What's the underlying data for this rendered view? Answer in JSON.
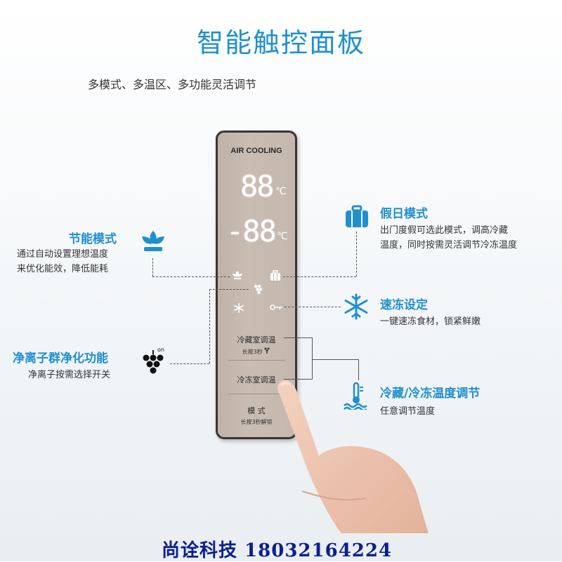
{
  "header": {
    "title": "智能触控面板",
    "subtitle": "多模式、多温区、多功能灵活调节"
  },
  "panel": {
    "brand": "AIR COOLING",
    "display_top": "88",
    "display_bottom": "-88",
    "unit": "℃",
    "fridge_button": "冷藏室调温",
    "fridge_hint": "长按3秒",
    "freezer_button": "冷冻室调温",
    "mode_button": "模 式",
    "mode_hint": "长按3秒解锁"
  },
  "features": {
    "energy": {
      "title": "节能模式",
      "desc1": "通过自动设置理想温度",
      "desc2": "来优化能效，降低能耗",
      "icon": "leaf-icon"
    },
    "holiday": {
      "title": "假日模式",
      "desc1": "出门度假可选此模式，调高冷藏",
      "desc2": "温度，同时按需灵活调节冷冻温度",
      "icon": "suitcase-icon"
    },
    "quickfreeze": {
      "title": "速冻设定",
      "desc1": "一键速冻食材，锁紧鲜嫩",
      "icon": "snowflake-icon"
    },
    "ion": {
      "title": "净离子群净化功能",
      "desc1": "净离子按需选择开关",
      "icon": "grape-icon",
      "icon_label": "on"
    },
    "temp": {
      "title": "冷藏/冷冻温度调节",
      "desc1": "任意调节温度",
      "icon": "thermometer-icon"
    }
  },
  "footer": {
    "text": "尚诠科技 18032164224"
  },
  "colors": {
    "accent": "#1f8fd1",
    "panel": "#c4b8ae",
    "footer": "#0a1f8f"
  }
}
